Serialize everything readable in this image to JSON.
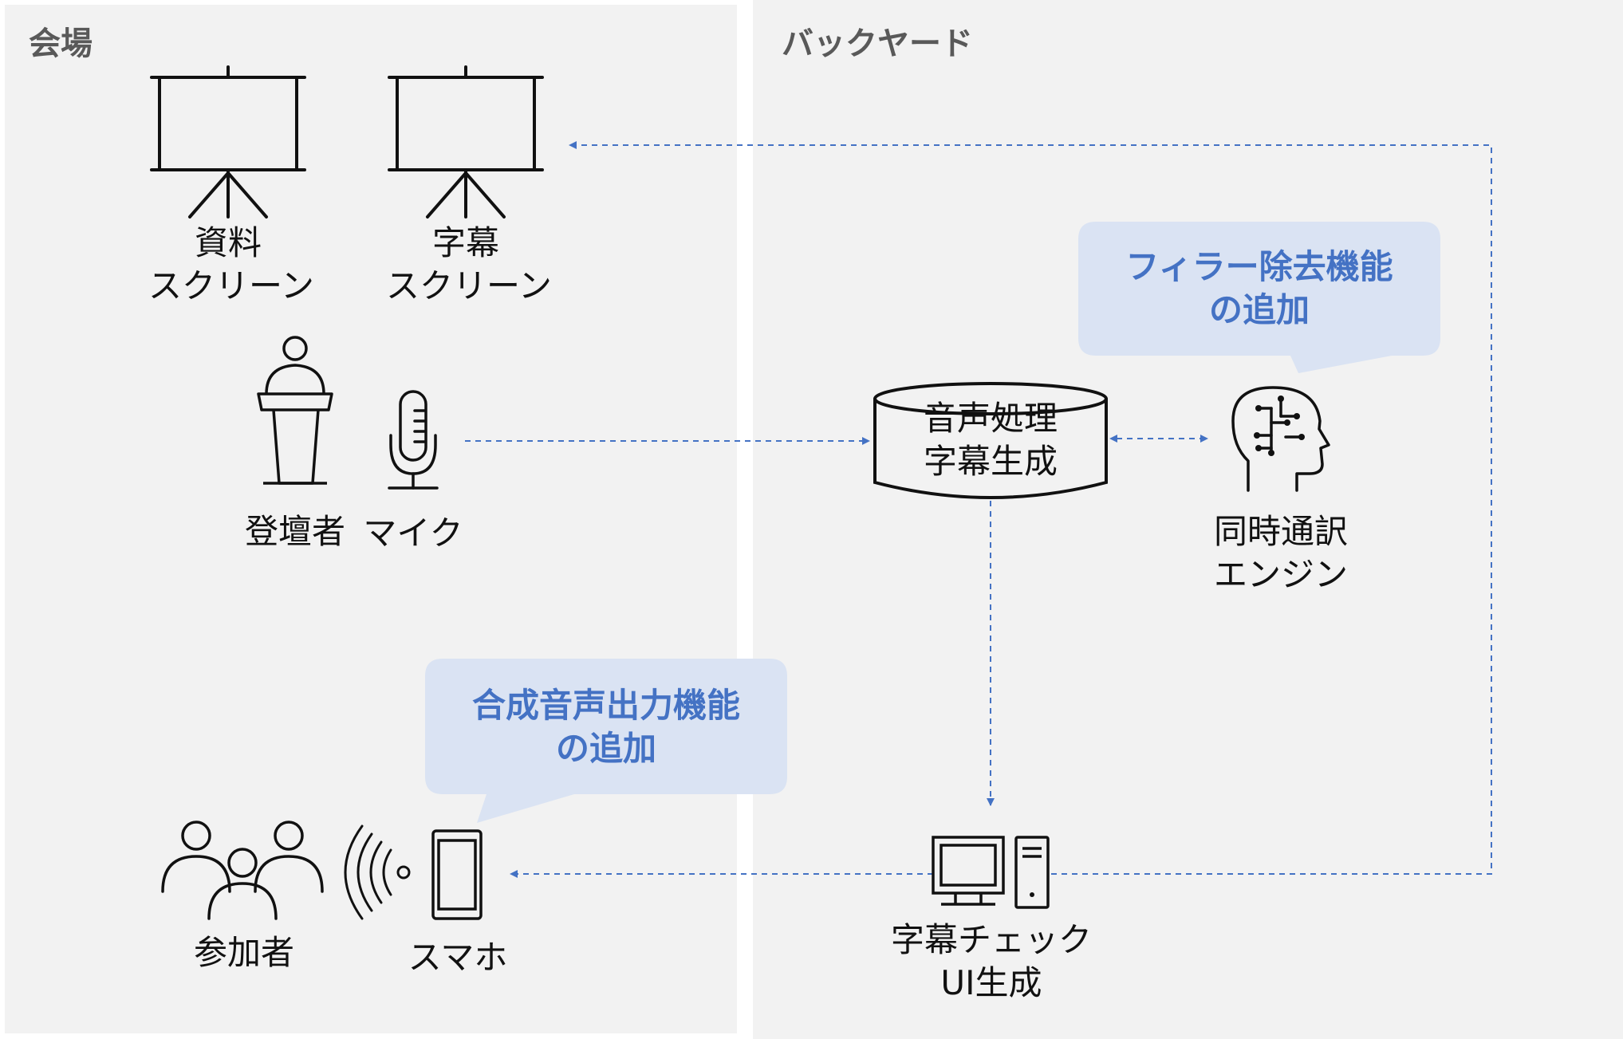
{
  "sections": {
    "venue": "会場",
    "backyard": "バックヤード"
  },
  "labels": {
    "doc_screen_line1": "資料",
    "doc_screen_line2": "スクリーン",
    "sub_screen_line1": "字幕",
    "sub_screen_line2": "スクリーン",
    "speaker": "登壇者",
    "mic": "マイク",
    "audience": "参加者",
    "smartphone": "スマホ",
    "processor_line1": "音声処理",
    "processor_line2": "字幕生成",
    "engine_line1": "同時通訳",
    "engine_line2": "エンジン",
    "check_ui_line1": "字幕チェック",
    "check_ui_line2": "UI生成"
  },
  "callouts": {
    "filler_line1": "フィラー除去機能",
    "filler_line2": "の追加",
    "tts_line1": "合成音声出力機能",
    "tts_line2": "の追加"
  },
  "colors": {
    "arrow": "#4472c4",
    "callout_fill": "#dae3f3",
    "callout_text": "#4472c4",
    "panel_fill": "#f2f2f2",
    "section_title": "#595959"
  },
  "icons": [
    "projector-screen-icon",
    "podium-speaker-icon",
    "microphone-icon",
    "database-cylinder-icon",
    "ai-head-icon",
    "desktop-computer-icon",
    "people-group-icon",
    "wireless-signal-icon",
    "smartphone-icon"
  ]
}
